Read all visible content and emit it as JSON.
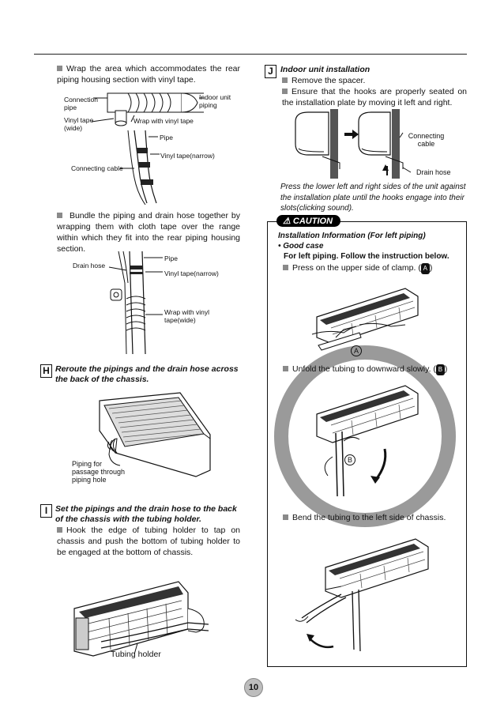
{
  "left": {
    "wrap_text": "Wrap the area which accommodates the rear piping housing section with vinyl tape.",
    "fig1": {
      "connection_pipe": "Connection pipe",
      "indoor_unit_piping": "Indoor unit piping",
      "vinyl_tape_wide": "Vinyl tape (wide)",
      "wrap_with_vinyl_tape": "Wrap with vinyl tape"
    },
    "fig2": {
      "pipe": "Pipe",
      "vinyl_tape_narrow": "Vinyl tape(narrow)",
      "connecting_cable": "Connecting cable"
    },
    "bundle_text": "Bundle the piping and drain hose together by wrapping them with cloth tape over the range within which they fit into the rear piping housing section.",
    "fig3": {
      "pipe": "Pipe",
      "drain_hose": "Drain hose",
      "vinyl_tape_narrow": "Vinyl tape(narrow)",
      "wrap_with_vinyl_tape_wide": "Wrap with vinyl tape(wide)"
    },
    "section_h": {
      "letter": "H",
      "title": "Reroute the pipings and the drain hose across the back of the chassis.",
      "caption": "Piping for passage through piping hole"
    },
    "section_i": {
      "letter": "I",
      "title": "Set the pipings and the drain hose to the back of the chassis with the tubing holder.",
      "text": "Hook the edge of tubing holder to tap on chassis and push the bottom of tubing holder to be engaged at the bottom of chassis.",
      "caption": "Tubing holder"
    }
  },
  "right": {
    "section_j": {
      "letter": "J",
      "title": "Indoor unit installation",
      "bullet1": "Remove the spacer.",
      "bullet2": "Ensure that the hooks are properly seated on the installation plate by moving it left and right.",
      "connecting_cable": "Connecting cable",
      "drain_hose": "Drain hose",
      "note": "Press the lower left and right sides of the unit against the installation plate until the hooks engage into their slots(clicking sound)."
    },
    "caution": {
      "badge": "CAUTION",
      "heading": "Installation Information (For left piping)",
      "good_case": "• Good case",
      "instruction": "For left piping. Follow the instruction below.",
      "step_a": "Press on the upper side of clamp. (",
      "step_b": "Unfold the tubing to downward slowly. (",
      "step_c": "Bend the tubing to the left side of chassis.",
      "marker_a": "A",
      "marker_b": "B"
    }
  },
  "page_number": "10"
}
